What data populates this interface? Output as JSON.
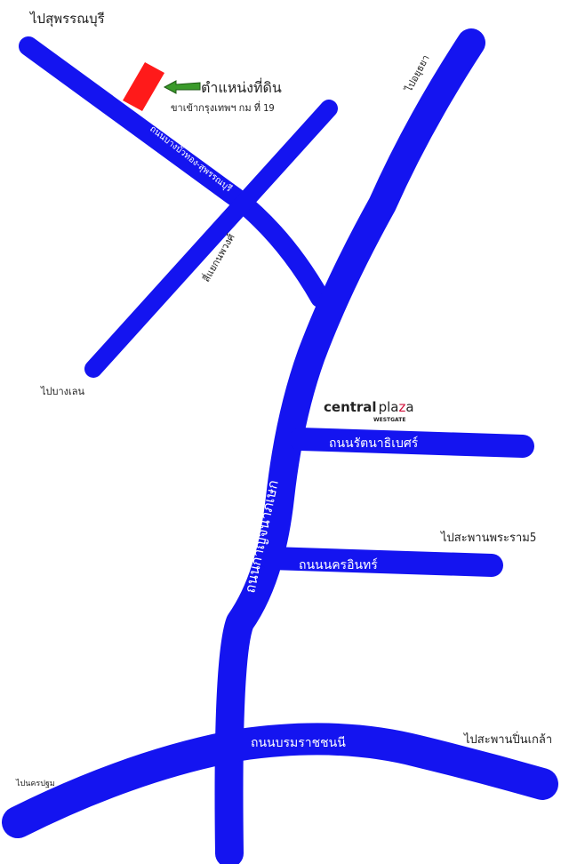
{
  "colors": {
    "road": "#1414f0",
    "land_marker": "#ff1a1a",
    "arrow": "#3a9a2a"
  },
  "labels": {
    "to_suphanburi": "ไปสุพรรณบุรี",
    "land_location": "ตำแหน่งที่ดิน",
    "land_detail": "ขาเข้ากรุงเทพฯ กม ที่ 19",
    "road_bangbuathong": "ถนนบางบัวทอง-สุพรรณบุรี",
    "intersection": "สี่แยกนพวงศ์",
    "to_ayutthaya": "ไปอยุธยา",
    "to_banglen": "ไปบางเลน",
    "road_kanchanaphisek": "ถนนกาญจนาภิเษก",
    "road_rattanathibet": "ถนนรัตนาธิเบศร์",
    "to_rama5_bridge": "ไปสะพานพระราม5",
    "road_nakhon_in": "ถนนนครอินทร์",
    "road_borommaratchachonnani": "ถนนบรมราชชนนี",
    "to_pinklao_bridge": "ไปสะพานปิ่นเกล้า",
    "to_nakhonpathom": "ไปนครปฐม"
  },
  "landmark": {
    "brand_a": "central",
    "brand_b": "pla",
    "brand_c": "z",
    "brand_d": "a",
    "sub": "WESTGATE"
  }
}
